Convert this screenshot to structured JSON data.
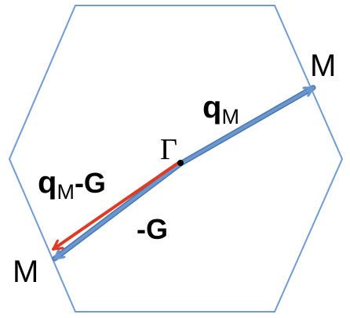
{
  "labels": {
    "m_top": "M",
    "m_bottom": "M",
    "gamma": "Γ",
    "q_main": "q",
    "q_sub": "M",
    "qmg_q": "q",
    "qmg_sub": "M",
    "qmg_rest": "-G",
    "neg_g": "-G"
  },
  "colors": {
    "hexagon": "#6f9bd1",
    "blue_arrow": "#6a97cf",
    "blue_arrow_edge": "#4a76ad",
    "red_arrow": "#e03a22",
    "point": "#000000"
  }
}
